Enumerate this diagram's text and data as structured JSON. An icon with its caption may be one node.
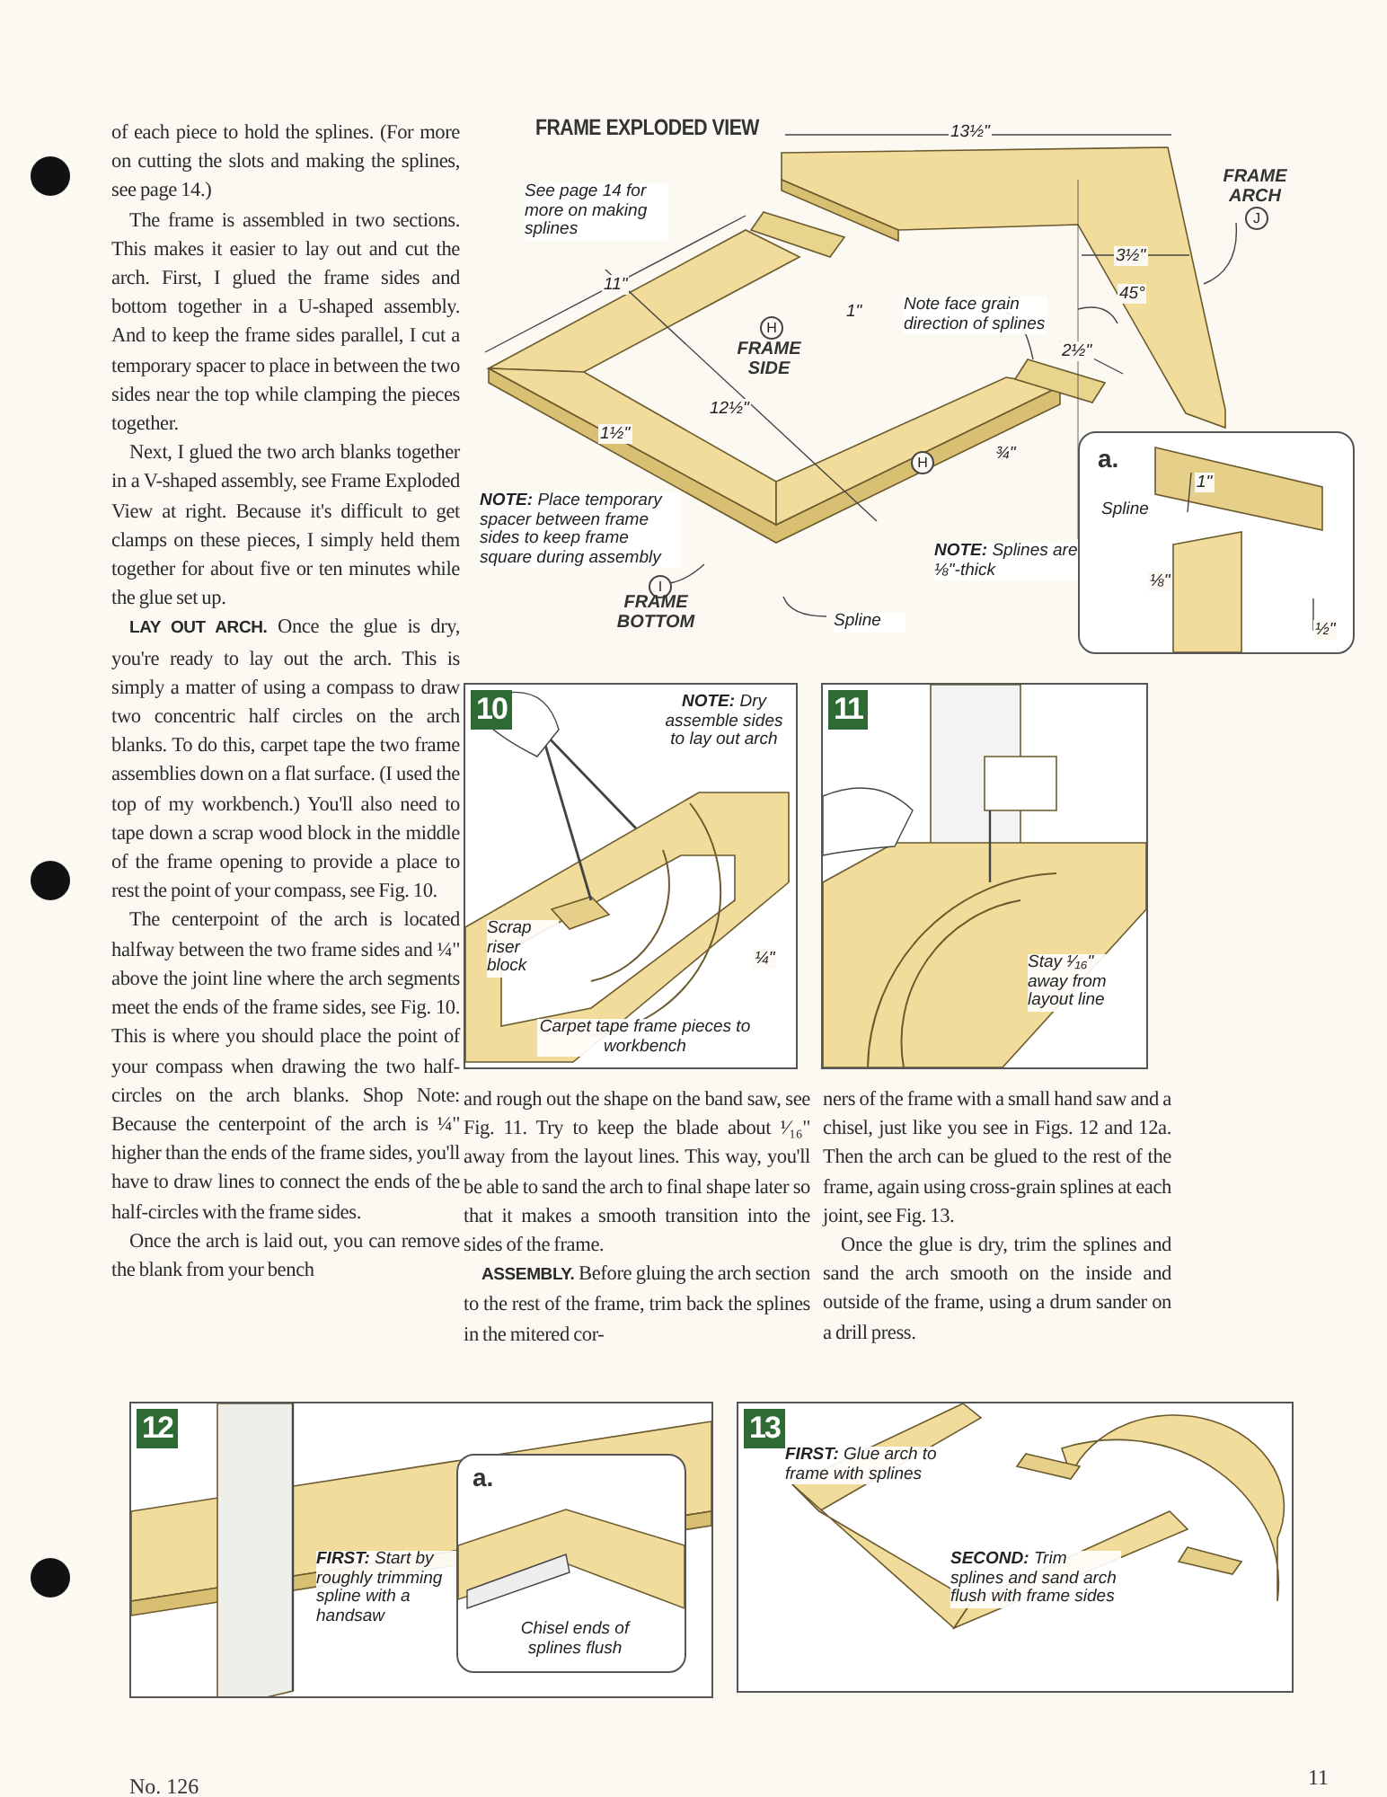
{
  "diagram": {
    "nodes": [
      {
        "text": [
          "a.",
          "Spline",
          "1\"",
          "⅛\"",
          "½\""
        ]
      },
      {
        "text": [
          "10",
          "**NOTE:** Dry assemble sides to lay out arch",
          "Scrap riser block",
          "¼\"",
          "Carpet tape frame pieces to workbench"
        ]
      },
      {
        "text": [
          "11",
          "Stay ¹⁄₁₆\" away from layout line"
        ]
      },
      {
        "text": [
          "12",
          "**FIRST:** Start by roughly trimming spline with a handsaw"
        ]
      },
      {
        "text": [
          "a.",
          "Chisel ends of splines flush"
        ],
        "in": 3
      },
      {
        "text": [
          "13",
          "**FIRST:** Glue arch to frame with splines",
          "**SECOND:** Trim splines and sand arch flush with frame sides"
        ]
      }
    ],
    "labels": [
      "of each piece to hold the splines. (For more on cutting the slots and making the splines, see page 14.)",
      "The frame is assembled in two sections. This makes it easier to lay out and cut the arch. First, I glued the frame sides and bottom together in a U-shaped assembly. And to keep the frame sides parallel, I cut a temporary spacer to place in between the two sides near the top while clamping the pieces together.",
      "Next, I glued the two arch blanks together in a V-shaped assembly, see Frame Exploded View at right. Because it's difficult to get clamps on these pieces, I simply held them together for about five or ten minutes while the glue set up.",
      "**LAY OUT ARCH.** Once the glue is dry, you're ready to lay out the arch. This is simply a matter of using a compass to draw two concentric half circles on the arch blanks. To do this, carpet tape the two frame assemblies down on a flat surface. (I used the top of my workbench.) You'll also need to tape down a scrap wood block in the middle of the frame opening to provide a place to rest the point of your compass, see Fig. 10.",
      "The centerpoint of the arch is located halfway between the two frame sides and ¼\" above the joint line where the arch segments meet the ends of the frame sides, see Fig. 10. This is where you should place the point of your compass when drawing the two half-circles on the arch blanks. Shop Note: Because the centerpoint of the arch is ¼\" higher than the ends of the frame sides, you'll have to draw lines to connect the ends of the half-circles with the frame sides.",
      "Once the arch is laid out, you can remove the blank from your bench",
      "FRAME EXPLODED VIEW",
      "See page 14 for more on making splines",
      "13½\"",
      "FRAME ARCH",
      "J",
      "11\"",
      "1\"",
      "H",
      "FRAME SIDE",
      "Note face grain direction of splines",
      "2½\"",
      "3½\"",
      "45°",
      "1½\"",
      "12½\"",
      "H",
      "¾\"",
      "**NOTE:** Place temporary spacer between frame sides to keep frame square during assembly",
      "**NOTE:** Splines are ⅛\"-thick",
      "I",
      "FRAME BOTTOM",
      "Spline",
      "and rough out the shape on the band saw, see Fig. 11. Try to keep the blade about ¹⁄₁₆\" away from the layout lines. This way, you'll be able to sand the arch to final shape later so that it makes a smooth transition into the sides of the frame.",
      "**ASSEMBLY.** Before gluing the arch section to the rest of the frame, trim back the splines in the mitered cor-",
      "ners of the frame with a small hand saw and a chisel, just like you see in Figs. 12 and 12a. Then the arch can be glued to the rest of the frame, again using cross-grain splines at each joint, see Fig. 13.",
      "Once the glue is dry, trim the splines and sand the arch smooth on the inside and outside of the frame, using a drum sander on a drill press.",
      "No. 126",
      "11"
    ]
  }
}
